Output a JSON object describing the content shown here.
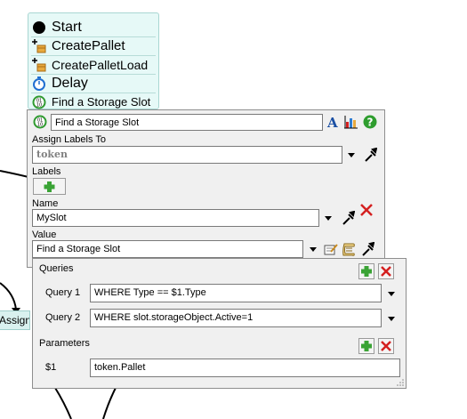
{
  "activities": [
    {
      "label": "Start",
      "icon": "start-circle-icon"
    },
    {
      "label": "CreatePallet",
      "icon": "create-pallet-icon"
    },
    {
      "label": "CreatePalletLoad",
      "icon": "create-pallet-load-icon"
    },
    {
      "label": "Delay",
      "icon": "stopwatch-icon"
    },
    {
      "label": "Find a Storage Slot",
      "icon": "storage-slot-icon"
    }
  ],
  "properties": {
    "activity_name": "Find a Storage Slot",
    "assign_labels_to_label": "Assign Labels To",
    "assign_labels_to_value": "token",
    "labels_label": "Labels",
    "name_label": "Name",
    "name_value": "MySlot",
    "value_label": "Value",
    "value_value": "Find a Storage Slot"
  },
  "queries_panel": {
    "queries_label": "Queries",
    "queries": [
      {
        "label": "Query 1",
        "value": "WHERE Type == $1.Type"
      },
      {
        "label": "Query 2",
        "value": "WHERE slot.storageObject.Active=1"
      }
    ],
    "parameters_label": "Parameters",
    "parameters": [
      {
        "label": "$1",
        "value": "token.Pallet"
      }
    ]
  },
  "background_node": {
    "label": "Assign S"
  },
  "colors": {
    "list_bg": "#e6f9f7",
    "panel_bg": "#f0f0f0",
    "add_green": "#3aa335",
    "delete_red": "#d42020",
    "help_green": "#2e9d2e"
  }
}
